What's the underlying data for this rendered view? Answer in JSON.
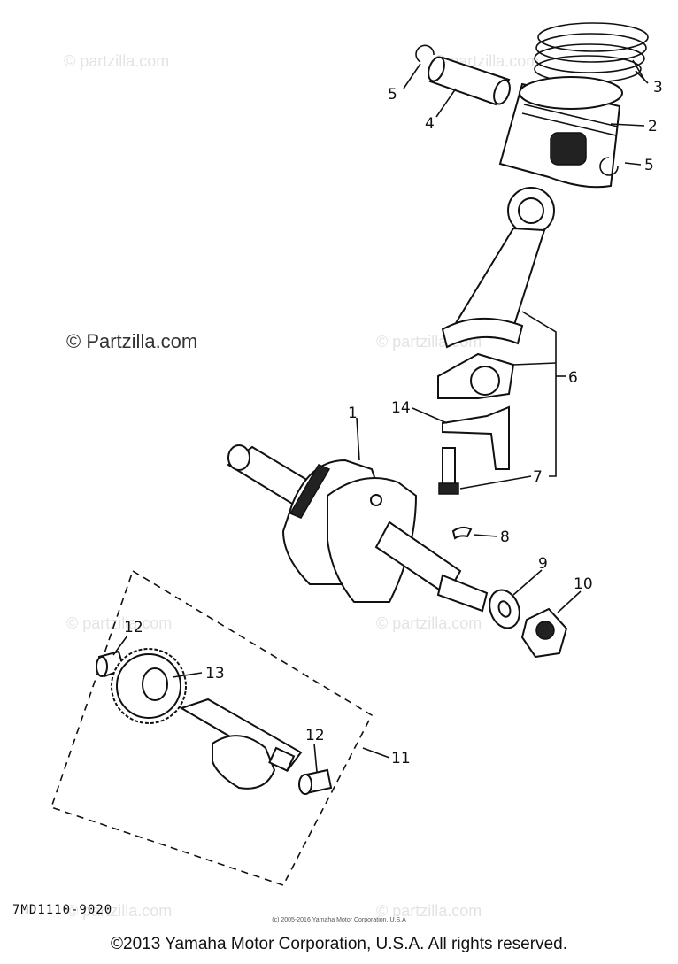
{
  "watermark": {
    "text": "© Partzilla.com",
    "small_text": "© partzilla.com"
  },
  "callouts": {
    "c1": "1",
    "c2": "2",
    "c3": "3",
    "c4": "4",
    "c5a": "5",
    "c5b": "5",
    "c6": "6",
    "c7": "7",
    "c8": "8",
    "c9": "9",
    "c10": "10",
    "c11": "11",
    "c12a": "12",
    "c12b": "12",
    "c13": "13",
    "c14": "14"
  },
  "diagram_code": "7MD1110-9020",
  "small_copyright": "(c) 2005-2016 Yamaha Motor Corporation, U.S.A",
  "footer": "©2013 Yamaha Motor Corporation, U.S.A. All rights reserved."
}
